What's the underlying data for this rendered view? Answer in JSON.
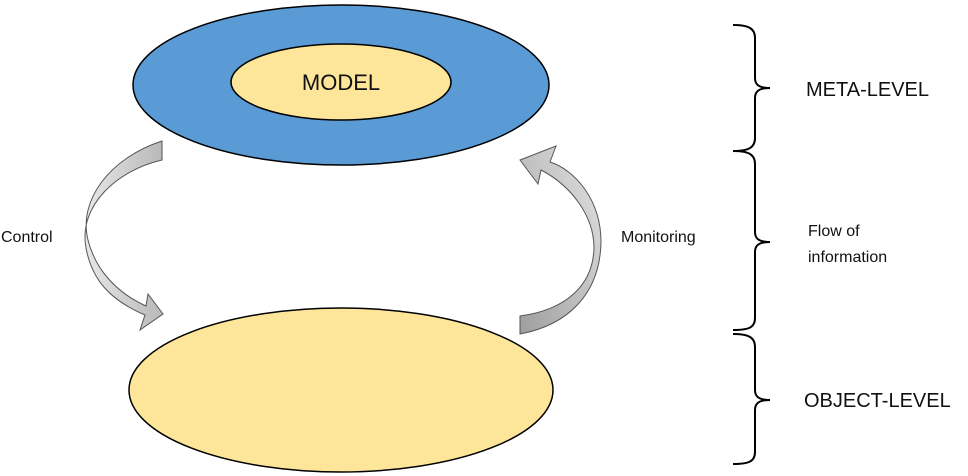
{
  "diagram": {
    "model_label": "MODEL",
    "control_label": "Control",
    "monitoring_label": "Monitoring",
    "meta_level_label": "META-LEVEL",
    "flow_label_line1": "Flow of",
    "flow_label_line2": "information",
    "object_level_label": "OBJECT-LEVEL"
  },
  "colors": {
    "meta_ellipse": "#5b9bd5",
    "model_ellipse": "#fde59a",
    "object_ellipse": "#fde59a",
    "arrow_fill": "#c9c9c9",
    "outline": "#000000"
  }
}
